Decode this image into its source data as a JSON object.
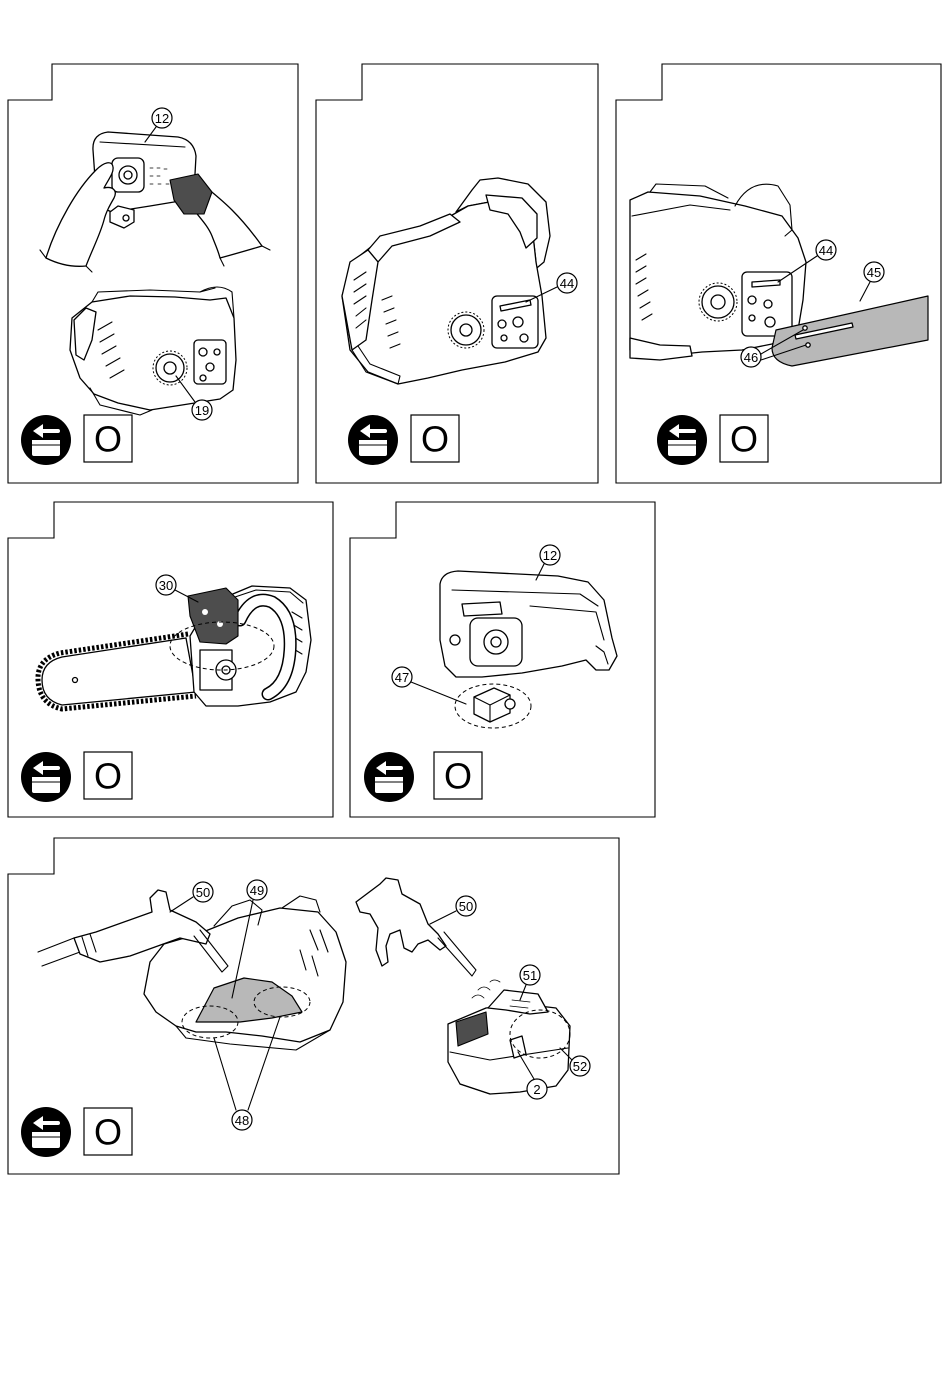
{
  "figures": [
    {
      "callouts": [
        "12",
        "19"
      ],
      "off_symbol": "O"
    },
    {
      "callouts": [
        "44"
      ],
      "off_symbol": "O"
    },
    {
      "callouts": [
        "44",
        "45",
        "46"
      ],
      "off_symbol": "O"
    },
    {
      "callouts": [
        "30"
      ],
      "off_symbol": "O"
    },
    {
      "callouts": [
        "12",
        "47"
      ],
      "off_symbol": "O"
    },
    {
      "callouts": [
        "50",
        "49",
        "48",
        "50",
        "51",
        "52",
        "2"
      ],
      "off_symbol": "O"
    }
  ],
  "icons": {
    "battery_removal": "battery-remove-icon",
    "power_off": "power-off-symbol"
  }
}
